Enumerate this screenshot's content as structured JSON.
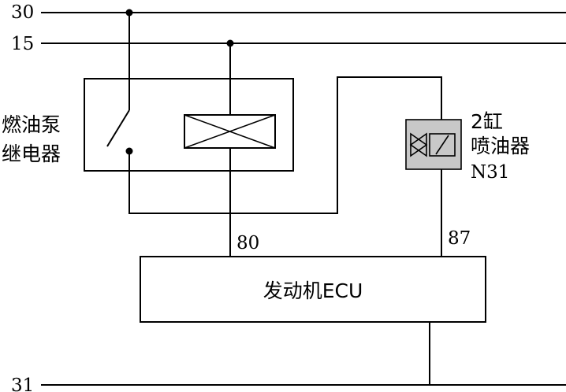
{
  "rails": {
    "terminal_30": "30",
    "terminal_15": "15",
    "terminal_31": "31"
  },
  "relay": {
    "name_line1": "燃油泵",
    "name_line2": "继电器"
  },
  "injector": {
    "name_line1": "2缸",
    "name_line2": "喷油器",
    "name_line3": "N31",
    "fill_color": "#c8c8c8"
  },
  "ecu": {
    "label": "发动机ECU",
    "pin_80": "80",
    "pin_87": "87"
  }
}
